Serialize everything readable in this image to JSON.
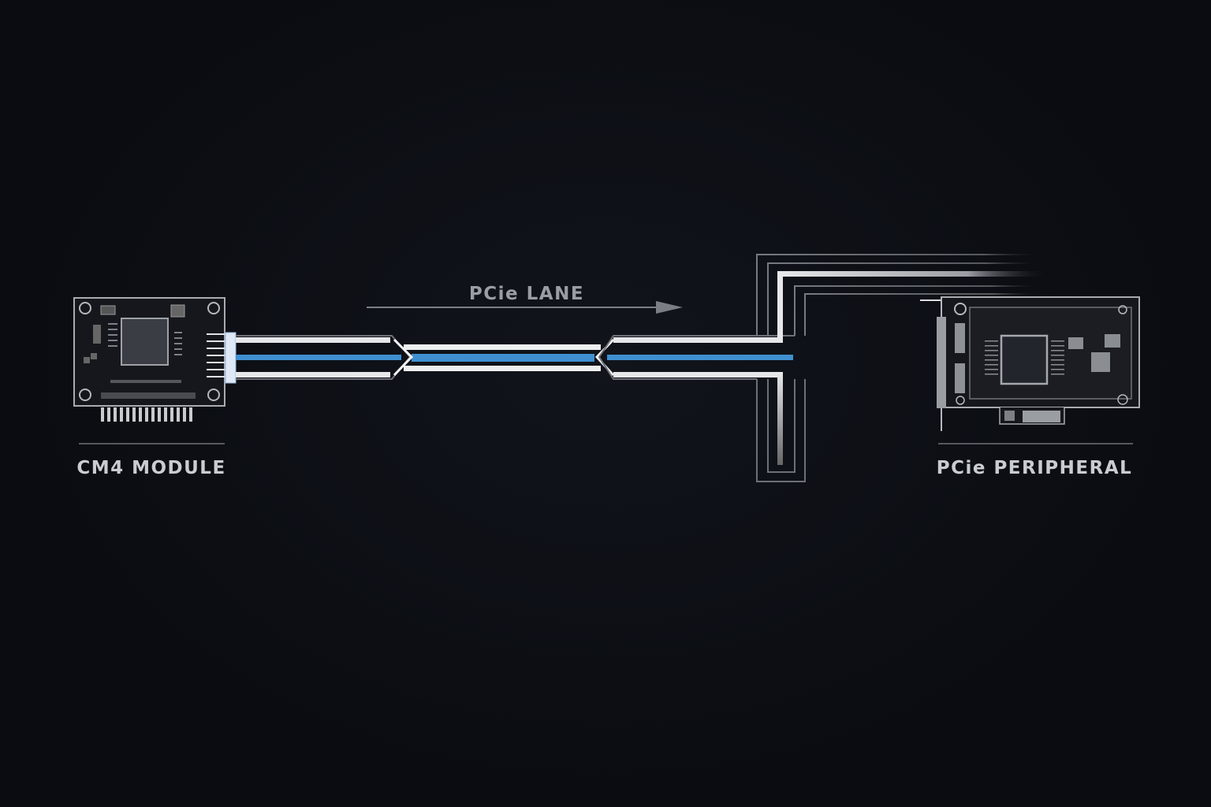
{
  "title": "PCie LANE",
  "nodes": {
    "source": {
      "label": "CM4 MODULE"
    },
    "target": {
      "label": "PCie PERIPHERAL"
    }
  },
  "colors": {
    "background": "#0a0c11",
    "lane_blue": "#3f8fd0",
    "trace": "#e8e9eb",
    "outline": "#8a8d93"
  }
}
